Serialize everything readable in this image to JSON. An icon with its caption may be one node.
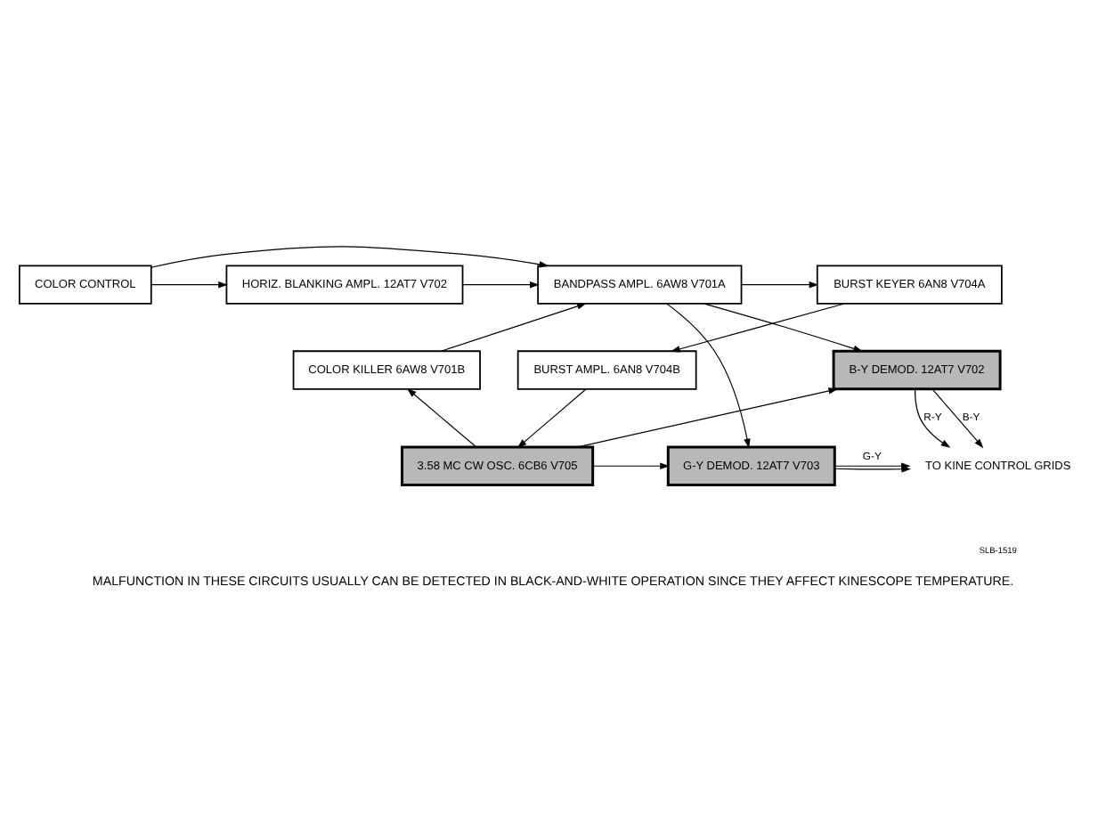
{
  "diagram": {
    "caption": "MALFUNCTION IN THESE CIRCUITS USUALLY CAN BE DETECTED IN BLACK-AND-WHITE OPERATION SINCE THEY AFFECT KINESCOPE TEMPERATURE.",
    "nodes": [
      {
        "text": [
          "BURST KEYER 6AN8 V704A"
        ]
      },
      {
        "text": [
          "BANDPASS AMPL. 6AW8 V701A"
        ]
      },
      {
        "text": [
          "HORIZ. BLANKING AMPL. 12AT7 V702"
        ]
      },
      {
        "text": [
          "COLOR CONTROL"
        ]
      },
      {
        "text": [
          "BURST AMPL. 6AN8 V704B"
        ]
      },
      {
        "text": [
          "COLOR KILLER 6AW8 V701B"
        ]
      },
      {
        "text": [
          "B-Y DEMOD. 12AT7 V702"
        ]
      },
      {
        "text": [
          "3.58 MC CW OSC. 6CB6 V705"
        ]
      },
      {
        "text": [
          "G-Y DEMOD. 12AT7 V703"
        ]
      },
      {
        "text": [
          "TO KINE CONTROL GRIDS"
        ]
      }
    ],
    "edges": [
      {
        "from": 1,
        "to": 0,
        "arrow": "to"
      },
      {
        "from": 2,
        "to": 1,
        "arrow": "to"
      },
      {
        "from": 3,
        "to": 2,
        "arrow": "to"
      },
      {
        "from": 3,
        "to": 1,
        "arrow": "to"
      },
      {
        "from": 0,
        "to": 4,
        "arrow": "to"
      },
      {
        "from": 4,
        "to": 7,
        "arrow": "to"
      },
      {
        "from": 5,
        "to": 1,
        "arrow": "to"
      },
      {
        "from": 7,
        "to": 5,
        "arrow": "to"
      },
      {
        "from": 1,
        "to": 6,
        "arrow": "to"
      },
      {
        "from": 1,
        "to": 8,
        "arrow": "to"
      },
      {
        "from": 7,
        "to": 6,
        "arrow": "to"
      },
      {
        "from": 7,
        "to": 8,
        "arrow": "to"
      },
      {
        "from": 6,
        "to": 9,
        "arrow": "to",
        "label": "B-Y"
      },
      {
        "from": 6,
        "to": 9,
        "arrow": "to",
        "label": "R-Y"
      },
      {
        "from": 8,
        "to": 9,
        "arrow": "to"
      },
      {
        "from": 8,
        "to": 9,
        "arrow": "to",
        "label": "G-Y"
      }
    ],
    "labels": [
      "SLB-1519"
    ]
  }
}
